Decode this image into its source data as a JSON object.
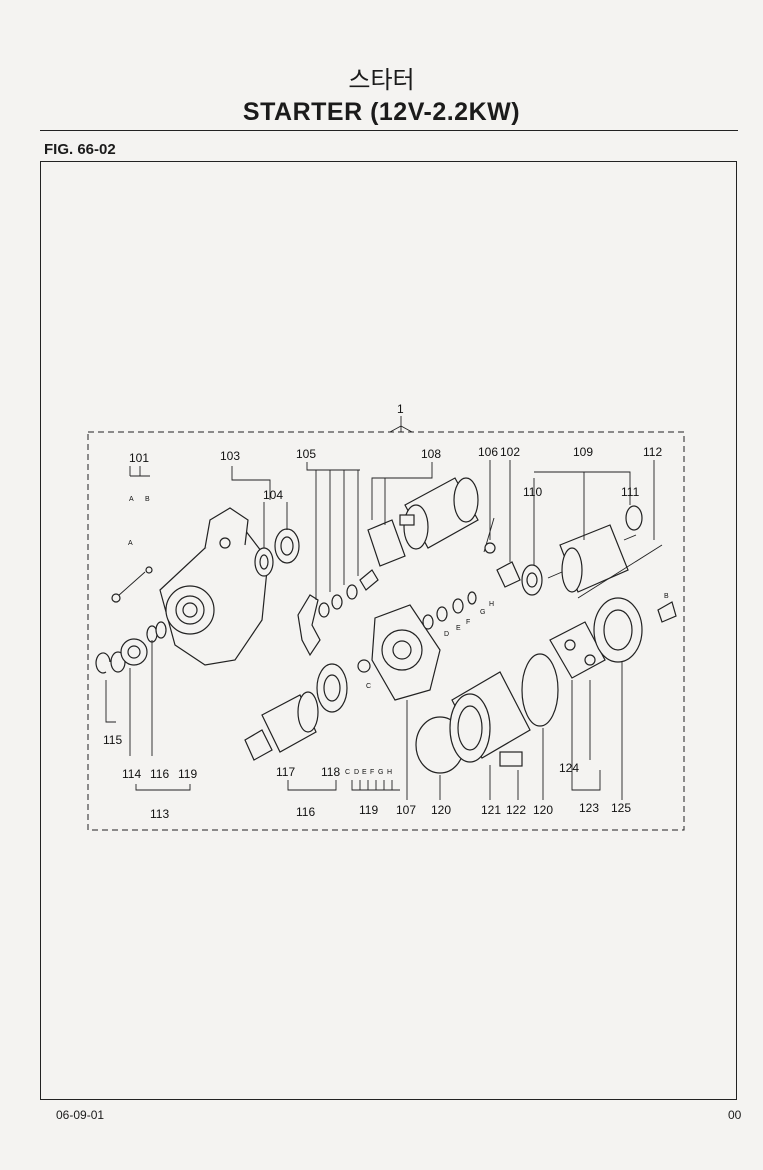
{
  "header": {
    "title_ko": "스타터",
    "title_en": "STARTER (12V-2.2KW)",
    "figure": "FIG. 66-02"
  },
  "diagram": {
    "assembly_label": "1",
    "labels": {
      "p101": "101",
      "p103": "103",
      "p104": "104",
      "p105": "105",
      "p108": "108",
      "p106": "106",
      "p102": "102",
      "p109": "109",
      "p112": "112",
      "p110": "110",
      "p111": "111",
      "p115": "115",
      "p114": "114",
      "p116a": "116",
      "p119a": "119",
      "p113": "113",
      "p117": "117",
      "p118": "118",
      "p116b": "116",
      "p119b": "119",
      "p107": "107",
      "p120a": "120",
      "p121": "121",
      "p122": "122",
      "p120b": "120",
      "p124": "124",
      "p123": "123",
      "p125": "125"
    },
    "sub_labels": {
      "a101": "A",
      "b101": "B",
      "aBolt": "A",
      "c118": "C",
      "d118": "D",
      "e118": "E",
      "f118": "F",
      "g118": "G",
      "h118": "H",
      "cWasher": "C",
      "dR": "D",
      "eR": "E",
      "fR": "F",
      "gR": "G",
      "hR": "H",
      "bR": "B"
    }
  },
  "footer": {
    "date": "06-09-01",
    "page": "00"
  }
}
